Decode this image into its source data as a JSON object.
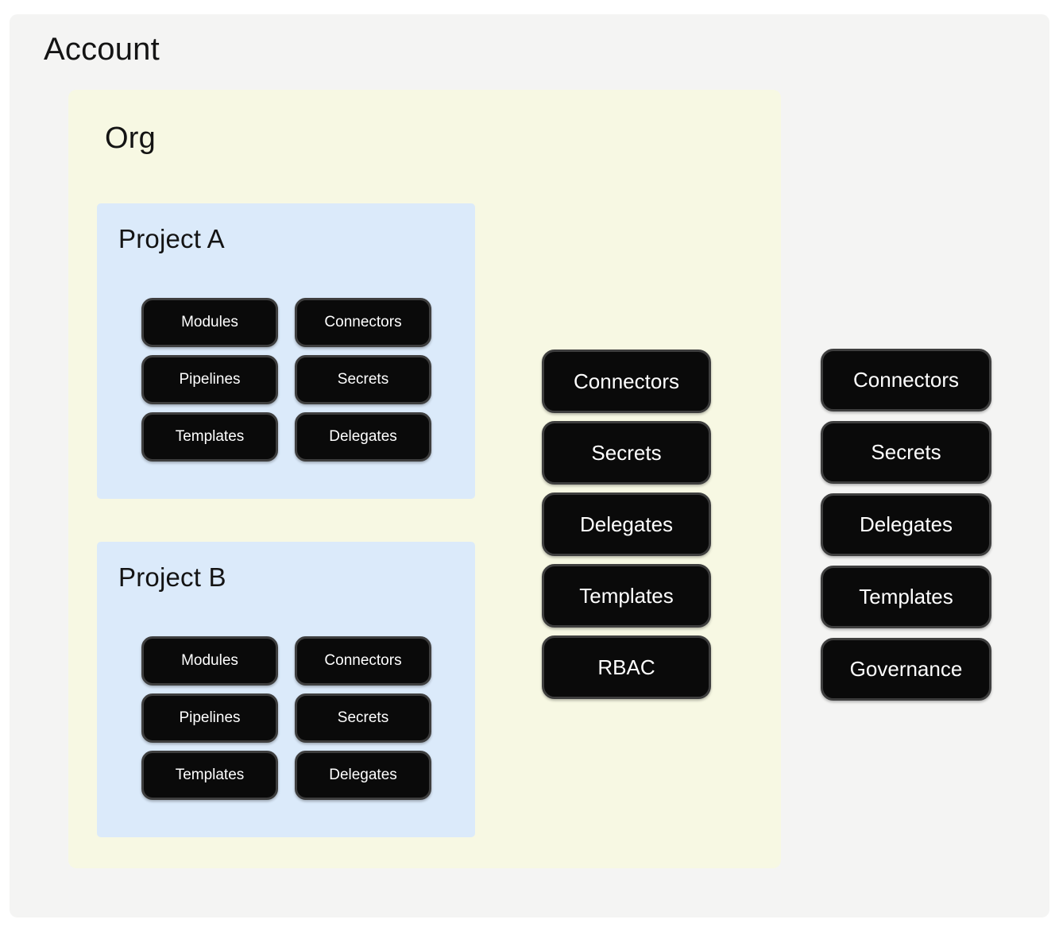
{
  "account": {
    "title": "Account",
    "pills": [
      "Connectors",
      "Secrets",
      "Delegates",
      "Templates",
      "Governance"
    ]
  },
  "org": {
    "title": "Org",
    "pills": [
      "Connectors",
      "Secrets",
      "Delegates",
      "Templates",
      "RBAC"
    ],
    "projects": [
      {
        "title": "Project A",
        "pills": [
          "Modules",
          "Connectors",
          "Pipelines",
          "Secrets",
          "Templates",
          "Delegates"
        ]
      },
      {
        "title": "Project B",
        "pills": [
          "Modules",
          "Connectors",
          "Pipelines",
          "Secrets",
          "Templates",
          "Delegates"
        ]
      }
    ]
  },
  "colors": {
    "page_background": "#ffffff",
    "account_background": "#f4f4f3",
    "org_background": "#f7f8e3",
    "project_background": "#dbeafa",
    "pill_background": "#0a0a0a",
    "pill_border": "#3e3e3e",
    "pill_text": "#ffffff",
    "title_text": "#141414"
  }
}
